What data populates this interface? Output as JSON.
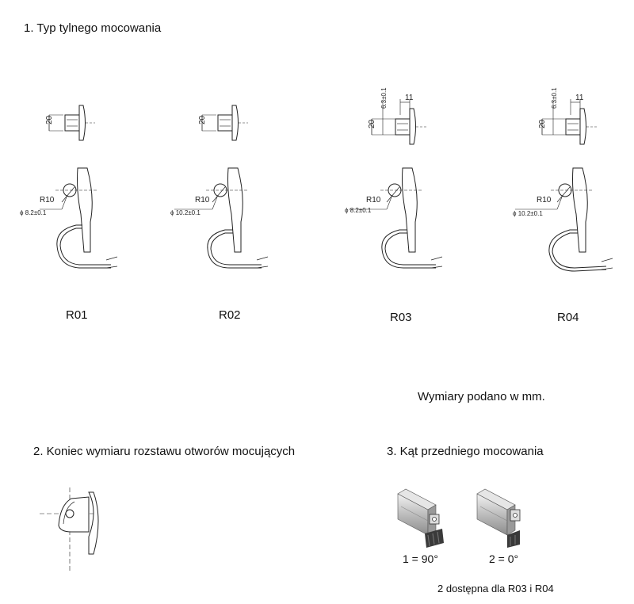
{
  "section1": {
    "heading": "1. Typ tylnego mocowania"
  },
  "mounts": [
    {
      "code": "R01",
      "hole": "ϕ 8.2±0.1",
      "radius": "R10",
      "height": "20"
    },
    {
      "code": "R02",
      "hole": "ϕ 10.2±0.1",
      "radius": "R10",
      "height": "20"
    },
    {
      "code": "R03",
      "hole": "ϕ 8.2±0.1",
      "radius": "R10",
      "height": "20",
      "offset": "6.3±0.1",
      "depth": "11"
    },
    {
      "code": "R04",
      "hole": "ϕ 10.2±0.1",
      "radius": "R10",
      "height": "20",
      "offset": "6.3±0.1",
      "depth": "11"
    }
  ],
  "units_note": "Wymiary podano w mm.",
  "section2": {
    "heading": "2. Koniec wymiaru rozstawu otworów mocujących"
  },
  "section3": {
    "heading": "3. Kąt przedniego mocowania",
    "options": [
      {
        "label": "1 = 90°"
      },
      {
        "label": "2 = 0°"
      }
    ],
    "note": "2 dostępna dla R03 i R04"
  }
}
